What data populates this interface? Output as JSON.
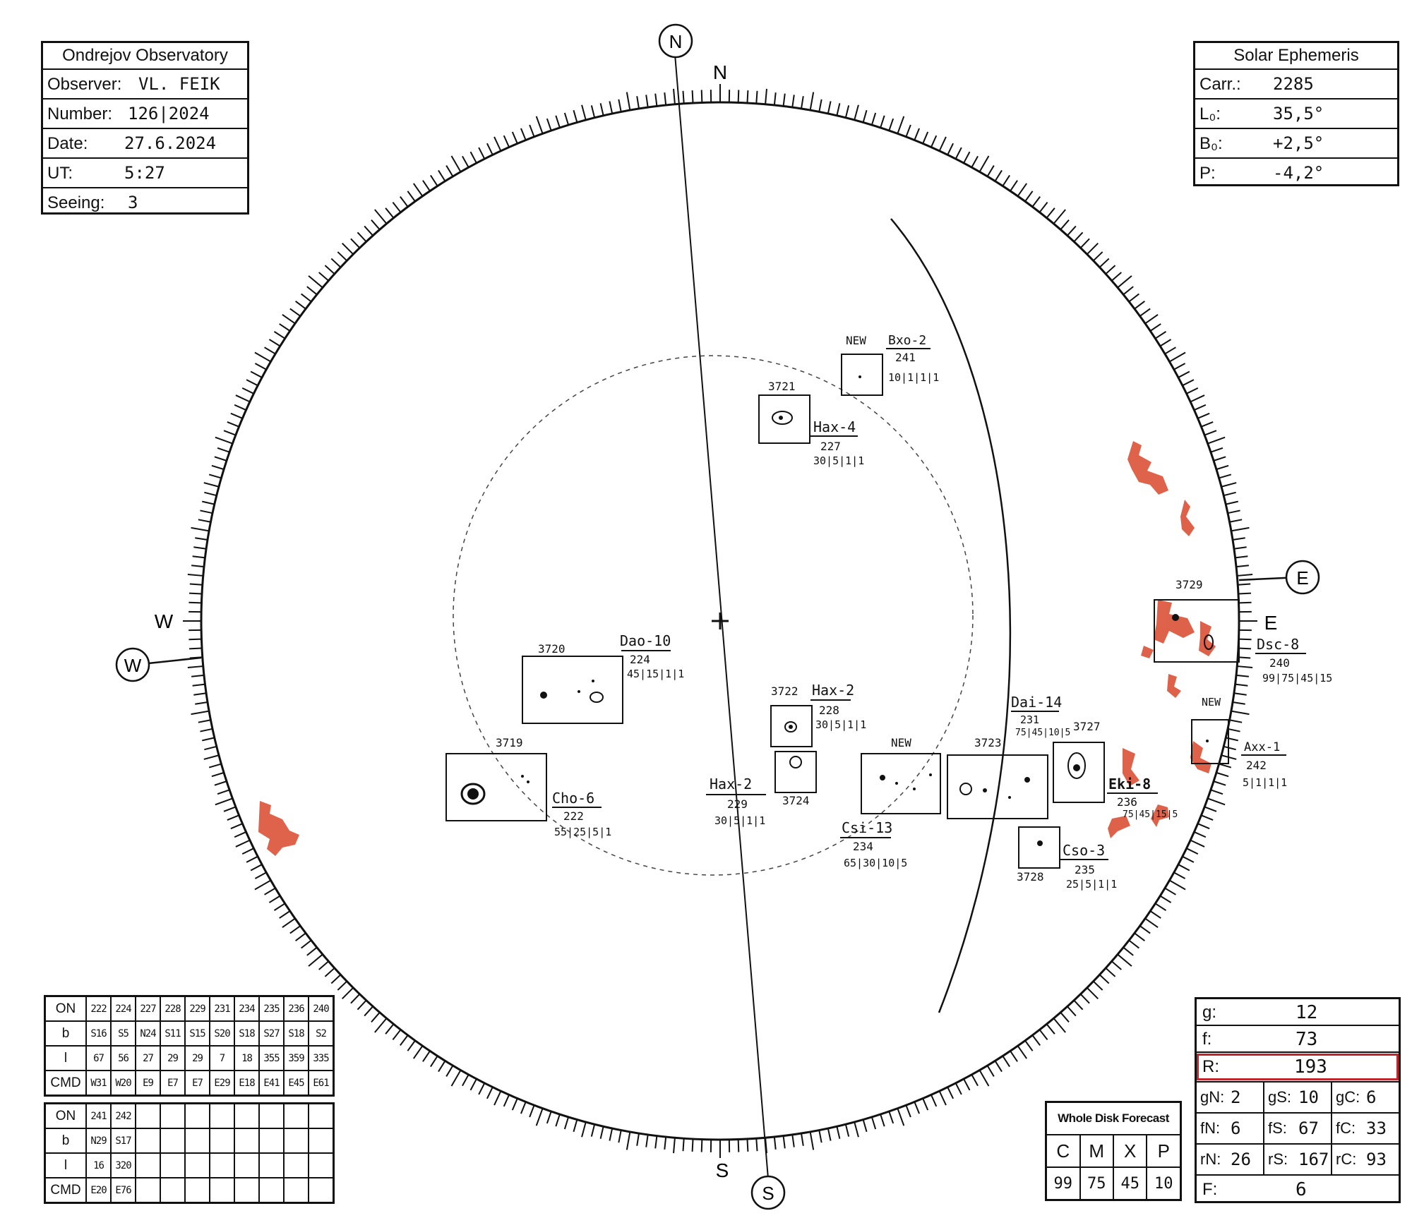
{
  "observatory": {
    "title": "Ondrejov Observatory",
    "rows": [
      {
        "label": "Observer:",
        "value": "VL. FEIK"
      },
      {
        "label": "Number:",
        "value": "126|2024"
      },
      {
        "label": "Date:",
        "value": "27.6.2024"
      },
      {
        "label": "UT:",
        "value": "5:27"
      },
      {
        "label": "Seeing:",
        "value": "3"
      }
    ]
  },
  "ephemeris": {
    "title": "Solar Ephemeris",
    "rows": [
      {
        "label": "Carr.:",
        "value": "2285"
      },
      {
        "label": "L₀:",
        "value": "35,5°"
      },
      {
        "label": "B₀:",
        "value": "+2,5°"
      },
      {
        "label": "P:",
        "value": "-4,2°"
      }
    ]
  },
  "compass": {
    "n_circle": "N",
    "n": "N",
    "s_circle": "S",
    "s": "S",
    "e_circle": "E",
    "e": "E",
    "w_circle": "W",
    "w": "W"
  },
  "groups": [
    {
      "number": "3721",
      "class": "Hax-4",
      "id": "227",
      "counts": "30|5|1|1"
    },
    {
      "new": "NEW",
      "class": "Bxo-2",
      "id": "241",
      "counts": "10|1|1|1"
    },
    {
      "number": "3720",
      "class": "Dao-10",
      "id": "224",
      "counts": "45|15|1|1"
    },
    {
      "number": "3719",
      "class": "Cho-6",
      "id": "222",
      "counts": "55|25|5|1"
    },
    {
      "number": "3722",
      "class": "Hax-2",
      "id": "228",
      "counts": "30|5|1|1"
    },
    {
      "number": "3724",
      "class": "Hax-2",
      "id": "229",
      "counts": "30|5|1|1"
    },
    {
      "new": "NEW",
      "class": "Csi-13",
      "id": "234",
      "counts": "65|30|10|5"
    },
    {
      "number": "3723",
      "class": "Dai-14",
      "id": "231",
      "counts": "75|45|10|5"
    },
    {
      "number": "3727",
      "class": "Eki-8",
      "id": "236",
      "counts": "75|45|15|5"
    },
    {
      "number": "3728",
      "class": "Cso-3",
      "id": "235",
      "counts": "25|5|1|1"
    },
    {
      "number": "3729",
      "class": "Dsc-8",
      "id": "240",
      "counts": "99|75|45|15"
    },
    {
      "new": "NEW",
      "class": "Axx-1",
      "id": "242",
      "counts": "5|1|1|1"
    }
  ],
  "table1": {
    "row_labels": [
      "ON",
      "b",
      "l",
      "CMD"
    ],
    "columns": [
      [
        "222",
        "S16",
        "67",
        "W31"
      ],
      [
        "224",
        "S5",
        "56",
        "W20"
      ],
      [
        "227",
        "N24",
        "27",
        "E9"
      ],
      [
        "228",
        "S11",
        "29",
        "E7"
      ],
      [
        "229",
        "S15",
        "29",
        "E7"
      ],
      [
        "231",
        "S20",
        "7",
        "E29"
      ],
      [
        "234",
        "S18",
        "18",
        "E18"
      ],
      [
        "235",
        "S27",
        "355",
        "E41"
      ],
      [
        "236",
        "S18",
        "359",
        "E45"
      ],
      [
        "240",
        "S2",
        "335",
        "E61"
      ]
    ]
  },
  "table2": {
    "row_labels": [
      "ON",
      "b",
      "l",
      "CMD"
    ],
    "columns": [
      [
        "241",
        "N29",
        "16",
        "E20"
      ],
      [
        "242",
        "S17",
        "320",
        "E76"
      ]
    ],
    "empty_columns": 8
  },
  "forecast": {
    "title": "Whole Disk Forecast",
    "headers": [
      "C",
      "M",
      "X",
      "P"
    ],
    "values": [
      "99",
      "75",
      "45",
      "10"
    ]
  },
  "stats": {
    "g": {
      "label": "g:",
      "value": "12"
    },
    "f": {
      "label": "f:",
      "value": "73"
    },
    "R": {
      "label": "R:",
      "value": "193"
    },
    "grid": [
      [
        {
          "label": "gN:",
          "value": "2"
        },
        {
          "label": "gS:",
          "value": "10"
        },
        {
          "label": "gC:",
          "value": "6"
        }
      ],
      [
        {
          "label": "fN:",
          "value": "6"
        },
        {
          "label": "fS:",
          "value": "67"
        },
        {
          "label": "fC:",
          "value": "33"
        }
      ],
      [
        {
          "label": "rN:",
          "value": "26"
        },
        {
          "label": "rS:",
          "value": "167"
        },
        {
          "label": "rC:",
          "value": "93"
        }
      ]
    ],
    "F": {
      "label": "F:",
      "value": "6"
    }
  },
  "colors": {
    "ink": "#111111",
    "facula": "#d9462b",
    "highlight": "#c0262c"
  }
}
